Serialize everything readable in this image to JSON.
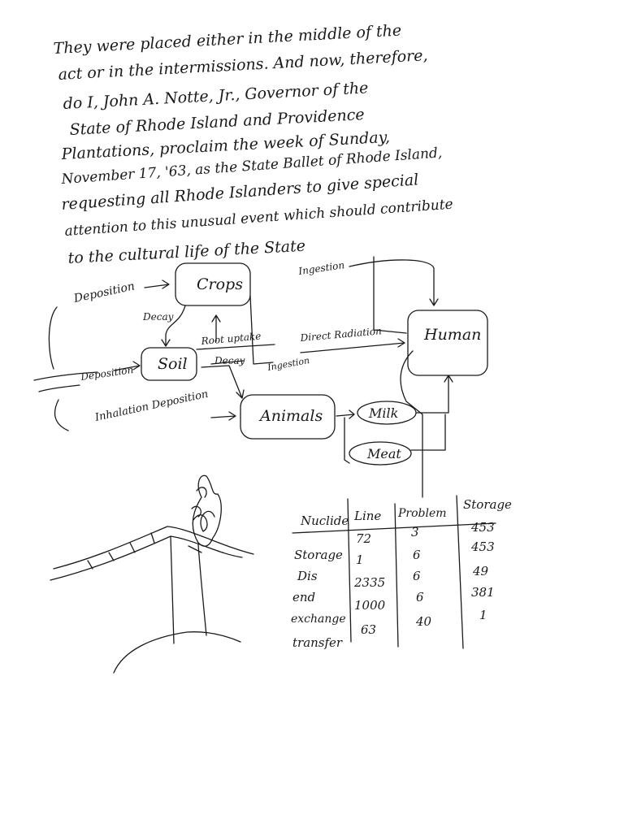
{
  "paragraph": [
    "They were placed either in the middle of the",
    "act or in the intermissions. And now, therefore,",
    "do I, John A. Notte, Jr., Governor of the",
    "State of Rhode Island and Providence",
    "Plantations, proclaim the week of Sunday,",
    "November 17, '63, as the State Ballet of Rhode Island,",
    "requesting all Rhode Islanders to give special",
    "attention to this unusual event which should contribute",
    "to the cultural life of the State"
  ],
  "diagram": {
    "nodes": {
      "crops": "Crops",
      "soil": "Soil",
      "animals": "Animals",
      "human": "Human",
      "milk": "Milk",
      "meat": "Meat"
    },
    "labels": {
      "deposition_crops": "Deposition",
      "ingestion_top": "Ingestion",
      "decay_crops_soil": "Decay",
      "root_uptake": "Root uptake",
      "direct_radiation": "Direct Radiation",
      "deposition_soil": "Deposition",
      "decay_soil": "Decay",
      "ingestion_soil": "Ingestion",
      "inhalation_deposition": "Inhalation Deposition"
    }
  },
  "table": {
    "headers": [
      "Nuclide",
      "Line",
      "Problem",
      "Storage"
    ],
    "rows": [
      [
        "Storage",
        "72",
        "3",
        "453"
      ],
      [
        "Dis",
        "1",
        "6",
        "453"
      ],
      [
        "end",
        "2335",
        "6",
        "49"
      ],
      [
        "exchange",
        "1000",
        "6",
        "381"
      ],
      [
        "transfer",
        "63",
        "40",
        "1"
      ]
    ]
  }
}
